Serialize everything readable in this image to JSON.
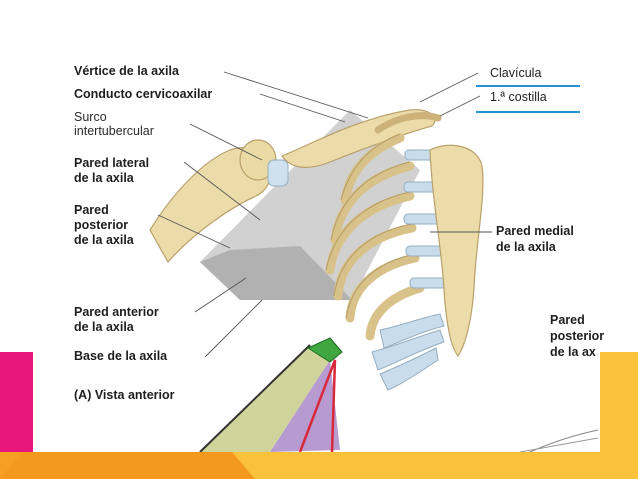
{
  "labels": {
    "vertice": "Vértice de la axila",
    "conducto": "Conducto cervicoaxilar",
    "surco_1": "Surco",
    "surco_2": "intertubercular",
    "lateral_1": "Pared lateral",
    "lateral_2": "de la axila",
    "posterior_1": "Pared",
    "posterior_2": "posterior",
    "posterior_3": "de la axila",
    "anterior_1": "Pared anterior",
    "anterior_2": "de la axila",
    "base": "Base de la axila",
    "vista": "(A) Vista anterior",
    "clavicula": "Clavícula",
    "costilla": "1.ª costilla",
    "medial_1": "Pared medial",
    "medial_2": "de la axila",
    "right_posterior_1": "Pared",
    "right_posterior_2": "posterior",
    "right_posterior_3": "de la ax"
  },
  "colors": {
    "magenta": "#e8177c",
    "orange": "#f5a020",
    "yellow": "#f9c23a",
    "bone": "#ead9a6",
    "cartilage": "#c9dceb",
    "wall_gray": "#b9b9b9",
    "callout_blue": "#2a8fd0",
    "pyramid_green": "#3fa640",
    "pyramid_purple": "#b79ad0",
    "pyramid_olive": "#cfd59a",
    "pyramid_red": "#d8283a"
  }
}
